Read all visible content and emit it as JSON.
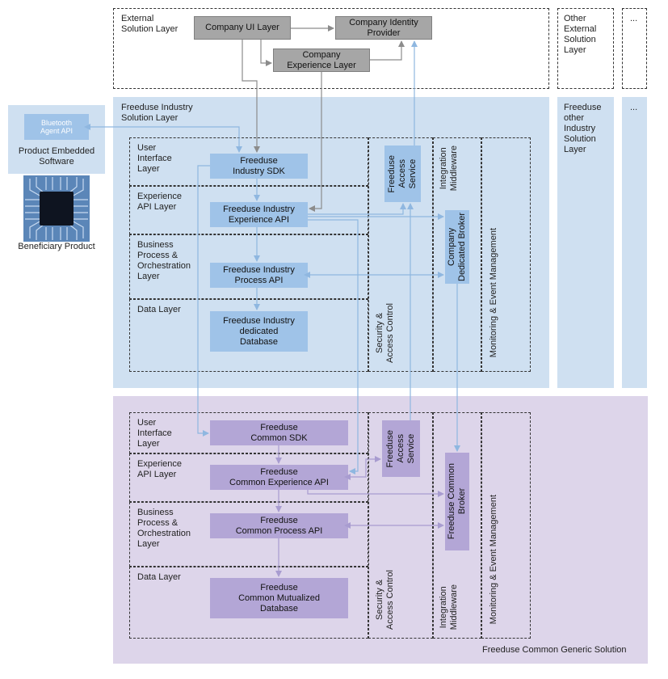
{
  "external": {
    "layer_label": "External\nSolution Layer",
    "company_ui": "Company UI Layer",
    "company_identity": "Company Identity\nProvider",
    "company_experience": "Company\nExperience Layer",
    "other_external": "Other\nExternal\nSolution\nLayer",
    "ellipsis": "..."
  },
  "product": {
    "bluetooth_api": "Bluetooth\nAgent API",
    "embedded_software": "Product Embedded\nSoftware",
    "beneficiary": "Beneficiary Product"
  },
  "industry": {
    "layer_label": "Freeduse Industry\nSolution Layer",
    "other_label": "Freeduse\nother\nIndustry\nSolution\nLayer",
    "ellipsis": "...",
    "rows": {
      "ui": "User\nInterface\nLayer",
      "exp": "Experience\nAPI Layer",
      "bpo": "Business\nProcess &\nOrchestration\nLayer",
      "data": "Data Layer"
    },
    "sdk": "Freeduse\nIndustry SDK",
    "experience_api": "Freeduse Industry\nExperience API",
    "process_api": "Freeduse Industry\nProcess API",
    "database": "Freeduse Industry\ndedicated\nDatabase",
    "access_service": "Freeduse\nAccess\nService",
    "security": "Security &\nAccess Control",
    "integration": "Integration\nMiddleware",
    "broker": "Company\nDedicated Broker",
    "monitoring": "Monitoring & Event Management"
  },
  "common": {
    "layer_label": "Freeduse Common Generic Solution",
    "rows": {
      "ui": "User\nInterface\nLayer",
      "exp": "Experience\nAPI Layer",
      "bpo": "Business\nProcess &\nOrchestration\nLayer",
      "data": "Data Layer"
    },
    "sdk": "Freeduse\nCommon SDK",
    "experience_api": "Freeduse\nCommon Experience API",
    "process_api": "Freeduse\nCommon Process API",
    "database": "Freeduse\nCommon Mutualized\nDatabase",
    "access_service": "Freeduse\nAccess\nService",
    "security": "Security &\nAccess Control",
    "integration": "Integration\nMiddleware",
    "broker": "Freeduse Common\nBroker",
    "monitoring": "Monitoring & Event Management"
  },
  "colors": {
    "industry_bg": "#cfe0f1",
    "industry_box": "#9fc3e8",
    "common_bg": "#ddd5ea",
    "common_box": "#b3a6d6",
    "gray_box": "#a6a6a6",
    "arrow_gray": "#8c8c8c",
    "arrow_blue": "#8fb7e0",
    "arrow_purple": "#a89cd0"
  }
}
